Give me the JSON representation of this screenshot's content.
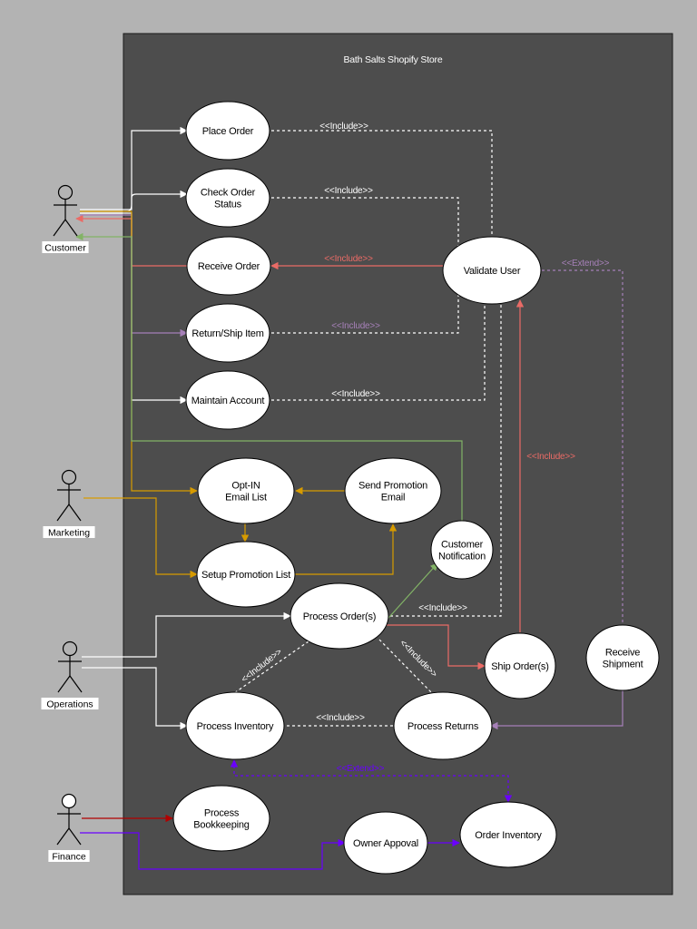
{
  "system": {
    "title": "Bath Salts Shopify Store",
    "background": "#4d4d4d",
    "border": "#1a1a1a"
  },
  "actors": [
    {
      "id": "customer",
      "label": "Customer"
    },
    {
      "id": "marketing",
      "label": "Marketing"
    },
    {
      "id": "operations",
      "label": "Operations"
    },
    {
      "id": "finance",
      "label": "Finance"
    }
  ],
  "use_cases": [
    {
      "id": "place-order",
      "lines": [
        "Place Order"
      ]
    },
    {
      "id": "check-order-status",
      "lines": [
        "Check Order",
        "Status"
      ]
    },
    {
      "id": "receive-order",
      "lines": [
        "Receive Order"
      ]
    },
    {
      "id": "return-ship-item",
      "lines": [
        "Return/Ship Item"
      ]
    },
    {
      "id": "maintain-account",
      "lines": [
        "Maintain Account"
      ]
    },
    {
      "id": "validate-user",
      "lines": [
        "Validate User"
      ]
    },
    {
      "id": "opt-in-email-list",
      "lines": [
        "Opt-IN",
        "Email List"
      ]
    },
    {
      "id": "send-promotion-email",
      "lines": [
        "Send Promotion",
        "Email"
      ]
    },
    {
      "id": "setup-promotion-list",
      "lines": [
        "Setup Promotion List"
      ]
    },
    {
      "id": "customer-notification",
      "lines": [
        "Customer",
        "Notification"
      ]
    },
    {
      "id": "process-orders",
      "lines": [
        "Process Order(s)"
      ]
    },
    {
      "id": "ship-orders",
      "lines": [
        "Ship Order(s)"
      ]
    },
    {
      "id": "receive-shipment",
      "lines": [
        "Receive",
        "Shipment"
      ]
    },
    {
      "id": "process-inventory",
      "lines": [
        "Process Inventory"
      ]
    },
    {
      "id": "process-returns",
      "lines": [
        "Process Returns"
      ]
    },
    {
      "id": "process-bookkeeping",
      "lines": [
        "Process",
        "Bookkeeping"
      ]
    },
    {
      "id": "owner-approval",
      "lines": [
        "Owner Appoval"
      ]
    },
    {
      "id": "order-inventory",
      "lines": [
        "Order Inventory"
      ]
    }
  ],
  "connector_labels": [
    {
      "id": "place-order-include",
      "text": "<<Include>>",
      "color": "#ffffff"
    },
    {
      "id": "check-order-include",
      "text": "<<Include>>",
      "color": "#ffffff"
    },
    {
      "id": "receive-order-include",
      "text": "<<Include>>",
      "color": "#ea6b66"
    },
    {
      "id": "return-ship-include",
      "text": "<<Include>>",
      "color": "#a680b8"
    },
    {
      "id": "maintain-account-include",
      "text": "<<Include>>",
      "color": "#ffffff"
    },
    {
      "id": "receive-shipment-extend",
      "text": "<<Extend>>",
      "color": "#a680b8"
    },
    {
      "id": "ship-orders-include",
      "text": "<<Include>>",
      "color": "#ea6b66"
    },
    {
      "id": "process-orders-include",
      "text": "<<Include>>",
      "color": "#ffffff"
    },
    {
      "id": "process-inventory-include",
      "text": "<<Include>>",
      "color": "#ffffff"
    },
    {
      "id": "process-returns-include",
      "text": "<<Include>>",
      "color": "#ffffff"
    },
    {
      "id": "inventory-returns-include",
      "text": "<<Include>>",
      "color": "#ffffff"
    },
    {
      "id": "order-inventory-extend",
      "text": "<<Extend>>",
      "color": "#6a00ff"
    }
  ],
  "colors": {
    "white": "#ffffff",
    "red": "#ea6b66",
    "purple": "#a680b8",
    "green": "#82b366",
    "orange": "#d79b00",
    "dark_red": "#b20000",
    "violet": "#6a00ff"
  }
}
